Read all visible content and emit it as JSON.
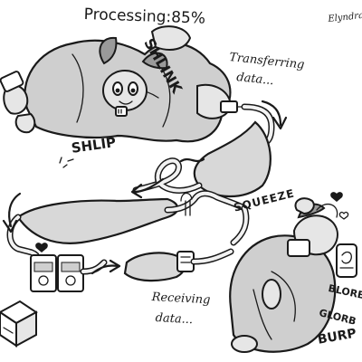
{
  "captions": {
    "processing": "Processing:85%",
    "transferring_line1": "Transferring",
    "transferring_line2": "data...",
    "receiving_line1": "Receiving",
    "receiving_line2": "data..."
  },
  "sound_effects": {
    "shlink": "SHLINK",
    "shlip": "SHLIP",
    "squeeze": "SQUEEZE",
    "blorb": "BLORB",
    "glorb": "GLORB",
    "burp": "BURP"
  },
  "progress": {
    "percent": 85
  },
  "signature": "Elyndra",
  "colors": {
    "ink": "#1a1a1a",
    "body": "#cfcfcf",
    "paper": "#ffffff"
  },
  "icons": {
    "arrows": "hand-drawn-arrow",
    "usb_port": "usb-plug-icon",
    "battery": "battery-icon",
    "heart": "heart-icon"
  }
}
